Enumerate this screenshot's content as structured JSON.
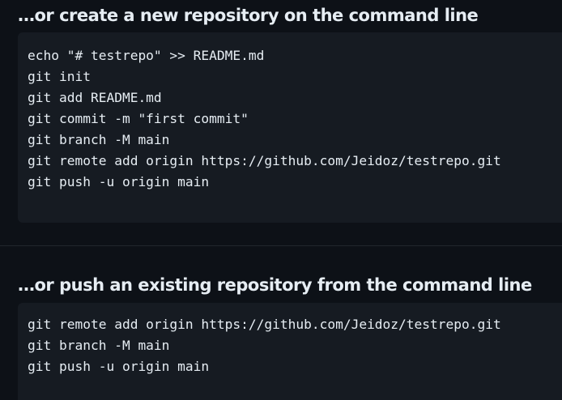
{
  "create_section": {
    "heading": "…or create a new repository on the command line",
    "lines": [
      "echo \"# testrepo\" >> README.md",
      "git init",
      "git add README.md",
      "git commit -m \"first commit\"",
      "git branch -M main",
      "git remote add origin https://github.com/Jeidoz/testrepo.git",
      "git push -u origin main"
    ]
  },
  "push_section": {
    "heading": "…or push an existing repository from the command line",
    "lines": [
      "git remote add origin https://github.com/Jeidoz/testrepo.git",
      "git branch -M main",
      "git push -u origin main"
    ]
  }
}
